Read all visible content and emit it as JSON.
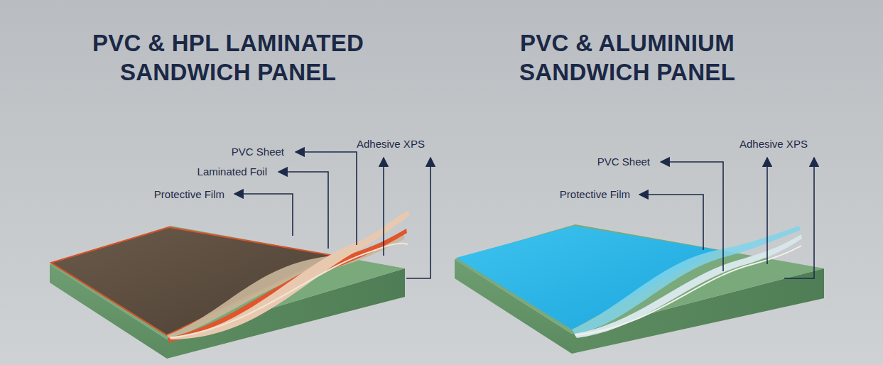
{
  "diagram": {
    "labels": [
      "PVC & HPL LAMINATED SANDWICH PANEL",
      "PVC Sheet",
      "Laminated Foil",
      "Protective Film",
      "Adhesive XPS",
      "PVC & ALUMINIUM SANDWICH PANEL",
      "PVC Sheet",
      "Protective Film",
      "Adhesive XPS"
    ]
  }
}
